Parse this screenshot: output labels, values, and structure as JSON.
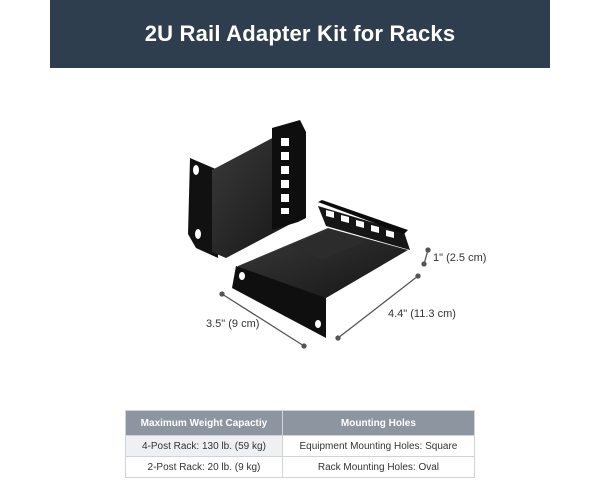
{
  "header": {
    "title": "2U Rail Adapter Kit for Racks"
  },
  "dimensions": {
    "height": "1\" (2.5 cm)",
    "depth": "4.4\" (11.3 cm)",
    "width": "3.5\" (9 cm)"
  },
  "spec_table": {
    "headers": [
      "Maximum Weight Capactiy",
      "Mounting Holes"
    ],
    "rows": [
      [
        "4-Post Rack: 130 lb. (59 kg)",
        "Equipment Mounting Holes: Square"
      ],
      [
        "2-Post Rack: 20 lb. (9 kg)",
        "Rack Mounting Holes: Oval"
      ]
    ]
  },
  "colors": {
    "banner": "#2f3e4e",
    "table_header": "#8c95a0",
    "bracket": "#1a1a1a"
  }
}
